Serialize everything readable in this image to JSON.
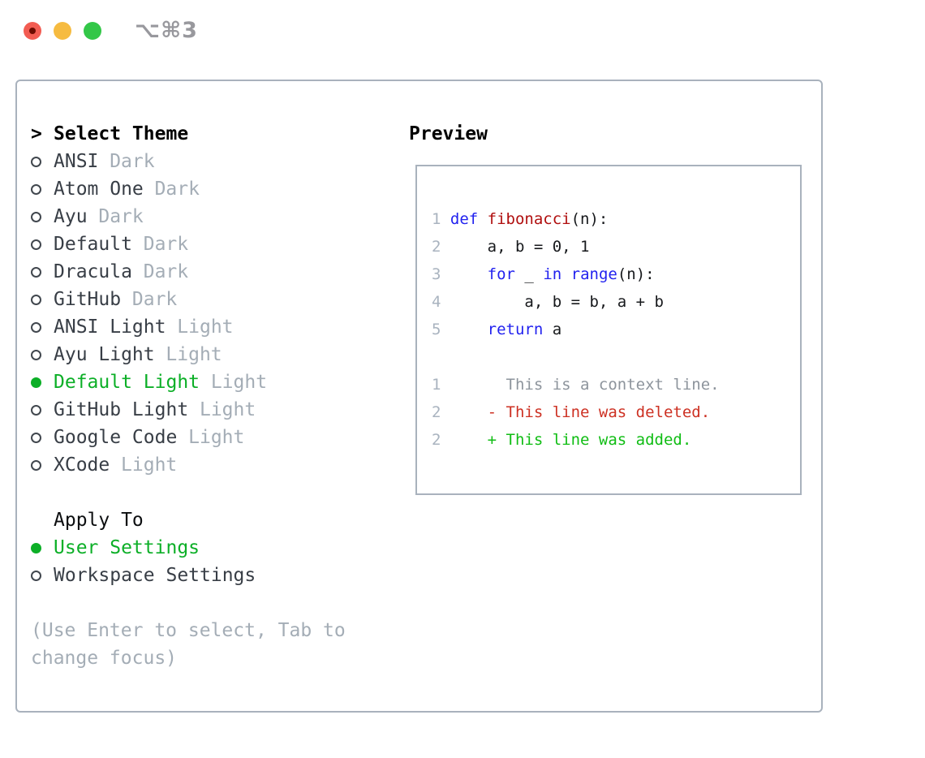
{
  "window": {
    "shortcut": "⌥⌘3"
  },
  "picker": {
    "prompt": ">",
    "title": "Select Theme",
    "themes": [
      {
        "name": "ANSI",
        "variant": "Dark",
        "selected": false
      },
      {
        "name": "Atom One",
        "variant": "Dark",
        "selected": false
      },
      {
        "name": "Ayu",
        "variant": "Dark",
        "selected": false
      },
      {
        "name": "Default",
        "variant": "Dark",
        "selected": false
      },
      {
        "name": "Dracula",
        "variant": "Dark",
        "selected": false
      },
      {
        "name": "GitHub",
        "variant": "Dark",
        "selected": false
      },
      {
        "name": "ANSI Light",
        "variant": "Light",
        "selected": false
      },
      {
        "name": "Ayu Light",
        "variant": "Light",
        "selected": false
      },
      {
        "name": "Default Light",
        "variant": "Light",
        "selected": true
      },
      {
        "name": "GitHub Light",
        "variant": "Light",
        "selected": false
      },
      {
        "name": "Google Code",
        "variant": "Light",
        "selected": false
      },
      {
        "name": "XCode",
        "variant": "Light",
        "selected": false
      }
    ],
    "apply_to": {
      "title": "Apply To",
      "options": [
        {
          "label": "User Settings",
          "selected": true
        },
        {
          "label": "Workspace Settings",
          "selected": false
        }
      ]
    },
    "hint": "(Use Enter to select, Tab to change focus)"
  },
  "preview": {
    "title": "Preview",
    "code_lines": [
      {
        "segs": [
          {
            "t": "1 ",
            "c": "ln"
          },
          {
            "t": "def ",
            "c": "kw"
          },
          {
            "t": "fibonacci",
            "c": "fn"
          },
          {
            "t": "(n):",
            "c": "pl"
          }
        ]
      },
      {
        "segs": [
          {
            "t": "2 ",
            "c": "ln"
          },
          {
            "t": "    a, b = 0, 1",
            "c": "pl"
          }
        ]
      },
      {
        "segs": [
          {
            "t": "3 ",
            "c": "ln"
          },
          {
            "t": "    ",
            "c": "pl"
          },
          {
            "t": "for",
            "c": "kw"
          },
          {
            "t": " _ ",
            "c": "pl"
          },
          {
            "t": "in",
            "c": "kw"
          },
          {
            "t": " ",
            "c": "pl"
          },
          {
            "t": "range",
            "c": "kw"
          },
          {
            "t": "(n):",
            "c": "pl"
          }
        ]
      },
      {
        "segs": [
          {
            "t": "4 ",
            "c": "ln"
          },
          {
            "t": "        a, b = b, a + b",
            "c": "pl"
          }
        ]
      },
      {
        "segs": [
          {
            "t": "5 ",
            "c": "ln"
          },
          {
            "t": "    ",
            "c": "pl"
          },
          {
            "t": "return",
            "c": "kw"
          },
          {
            "t": " a",
            "c": "pl"
          }
        ]
      },
      {
        "segs": [
          {
            "t": "",
            "c": "pl"
          }
        ]
      },
      {
        "segs": [
          {
            "t": "1 ",
            "c": "ln"
          },
          {
            "t": "      This is a context line.",
            "c": "ctx"
          }
        ]
      },
      {
        "segs": [
          {
            "t": "2 ",
            "c": "ln"
          },
          {
            "t": "    - This line was deleted.",
            "c": "del"
          }
        ]
      },
      {
        "segs": [
          {
            "t": "2 ",
            "c": "ln"
          },
          {
            "t": "    + This line was added.",
            "c": "add"
          }
        ]
      }
    ]
  },
  "colors": {
    "accent_green": "#0caf27",
    "keyword_blue": "#2222ef",
    "function_red": "#b00f0f",
    "deleted_red": "#cd3123",
    "added_green": "#10bd14",
    "muted_gray": "#a4adb6",
    "border_gray": "#a9b2bd"
  }
}
